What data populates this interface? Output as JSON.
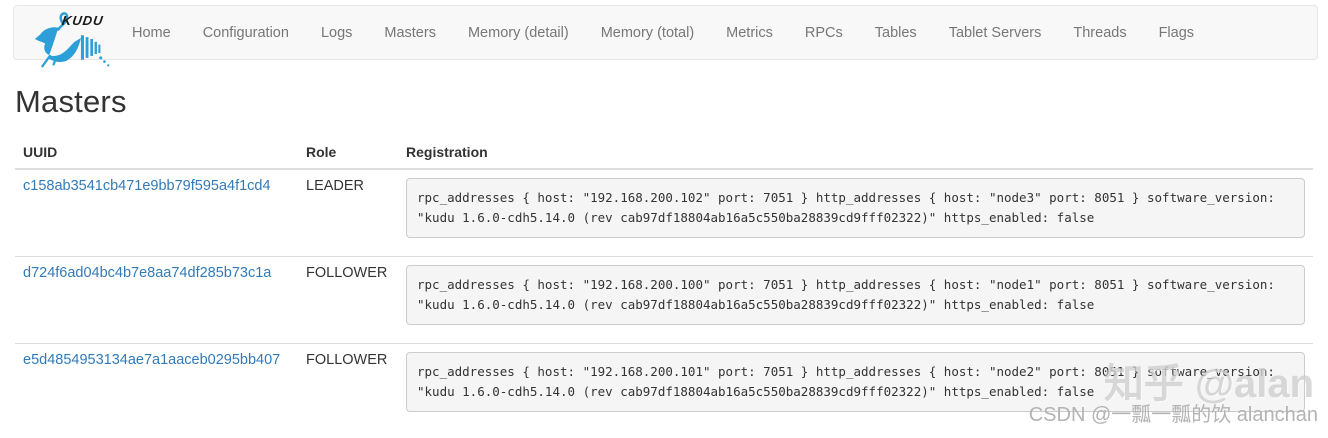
{
  "navbar": {
    "brand": "KUDU",
    "items": [
      {
        "label": "Home"
      },
      {
        "label": "Configuration"
      },
      {
        "label": "Logs"
      },
      {
        "label": "Masters"
      },
      {
        "label": "Memory (detail)"
      },
      {
        "label": "Memory (total)"
      },
      {
        "label": "Metrics"
      },
      {
        "label": "RPCs"
      },
      {
        "label": "Tables"
      },
      {
        "label": "Tablet Servers"
      },
      {
        "label": "Threads"
      },
      {
        "label": "Flags"
      }
    ]
  },
  "page": {
    "title": "Masters"
  },
  "table": {
    "headers": [
      "UUID",
      "Role",
      "Registration"
    ],
    "rows": [
      {
        "uuid": "c158ab3541cb471e9bb79f595a4f1cd4",
        "role": "LEADER",
        "registration": "rpc_addresses { host: \"192.168.200.102\" port: 7051 } http_addresses { host: \"node3\" port: 8051 } software_version:\n\"kudu 1.6.0-cdh5.14.0 (rev cab97df18804ab16a5c550ba28839cd9fff02322)\" https_enabled: false"
      },
      {
        "uuid": "d724f6ad04bc4b7e8aa74df285b73c1a",
        "role": "FOLLOWER",
        "registration": "rpc_addresses { host: \"192.168.200.100\" port: 7051 } http_addresses { host: \"node1\" port: 8051 } software_version:\n\"kudu 1.6.0-cdh5.14.0 (rev cab97df18804ab16a5c550ba28839cd9fff02322)\" https_enabled: false"
      },
      {
        "uuid": "e5d4854953134ae7a1aaceb0295bb407",
        "role": "FOLLOWER",
        "registration": "rpc_addresses { host: \"192.168.200.101\" port: 7051 } http_addresses { host: \"node2\" port: 8051 } software_version:\n\"kudu 1.6.0-cdh5.14.0 (rev cab97df18804ab16a5c550ba28839cd9fff02322)\" https_enabled: false"
      }
    ]
  },
  "watermarks": {
    "zhihu": "知乎 @alan",
    "csdn": "CSDN @一瓢一瓢的饮 alanchan"
  },
  "colors": {
    "link_blue": "#337ab7",
    "navbar_bg": "#f8f8f8",
    "navbar_border": "#e7e7e7",
    "logo_blue": "#2d9fd8",
    "code_bg": "#f5f5f5",
    "code_border": "#cccccc"
  }
}
